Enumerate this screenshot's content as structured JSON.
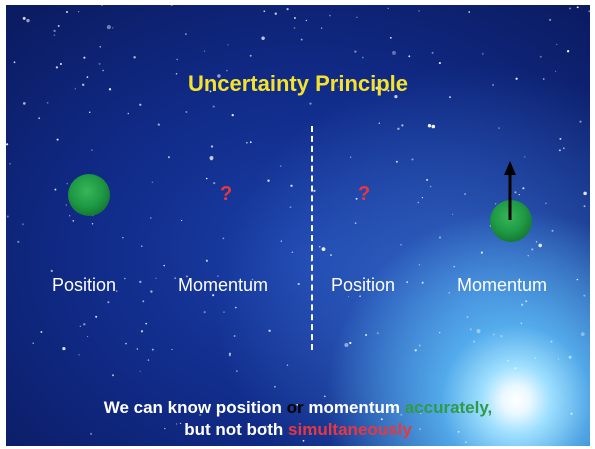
{
  "title": "Uncertainty Principle",
  "left_panel": {
    "position_label": "Position",
    "momentum_label": "Momentum",
    "unknown_mark": "?"
  },
  "right_panel": {
    "position_label": "Position",
    "momentum_label": "Momentum",
    "unknown_mark": "?"
  },
  "caption": {
    "line1_part1": "We can know position ",
    "line1_or": "or",
    "line1_part2": " momentum ",
    "line1_accurately": "accurately,",
    "line2_part1": "but not both ",
    "line2_simultaneously": "simultaneously"
  },
  "colors": {
    "title": "#f4e22d",
    "question_mark": "#e8373f",
    "ball": "#1f9a45",
    "accurately": "#2e9b47",
    "simultaneously": "#e8373f"
  }
}
